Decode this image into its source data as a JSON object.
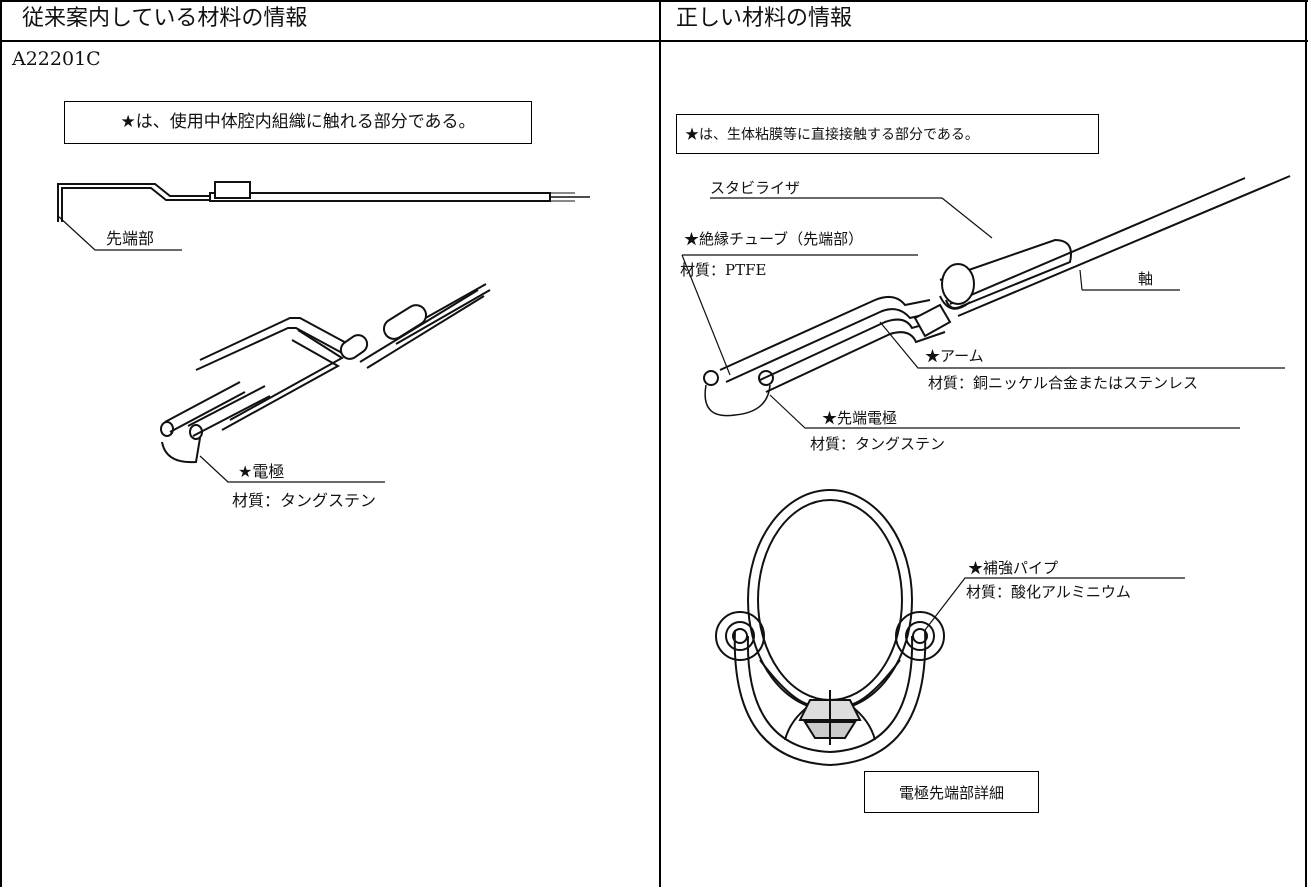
{
  "table": {
    "header_left": "従来案内している材料の情報",
    "header_right": "正しい材料の情報"
  },
  "left": {
    "model_number": "A22201C",
    "note": "★は、使用中体腔内組織に触れる部分である。",
    "labels": {
      "tip": "先端部",
      "electrode": "★電極",
      "electrode_material": "材質：タングステン"
    }
  },
  "right": {
    "note": "★は、生体粘膜等に直接接触する部分である。",
    "labels": {
      "stabilizer": "スタビライザ",
      "insulation_tube": "★絶縁チューブ（先端部）",
      "insulation_material": "材質：PTFE",
      "shaft": "軸",
      "arm": "★アーム",
      "arm_material": "材質：銅ニッケル合金またはステンレス",
      "tip_electrode": "★先端電極",
      "tip_electrode_material": "材質：タングステン",
      "reinforcing_pipe": "★補強パイプ",
      "reinforcing_pipe_material": "材質：酸化アルミニウム"
    },
    "detail_caption": "電極先端部詳細"
  }
}
